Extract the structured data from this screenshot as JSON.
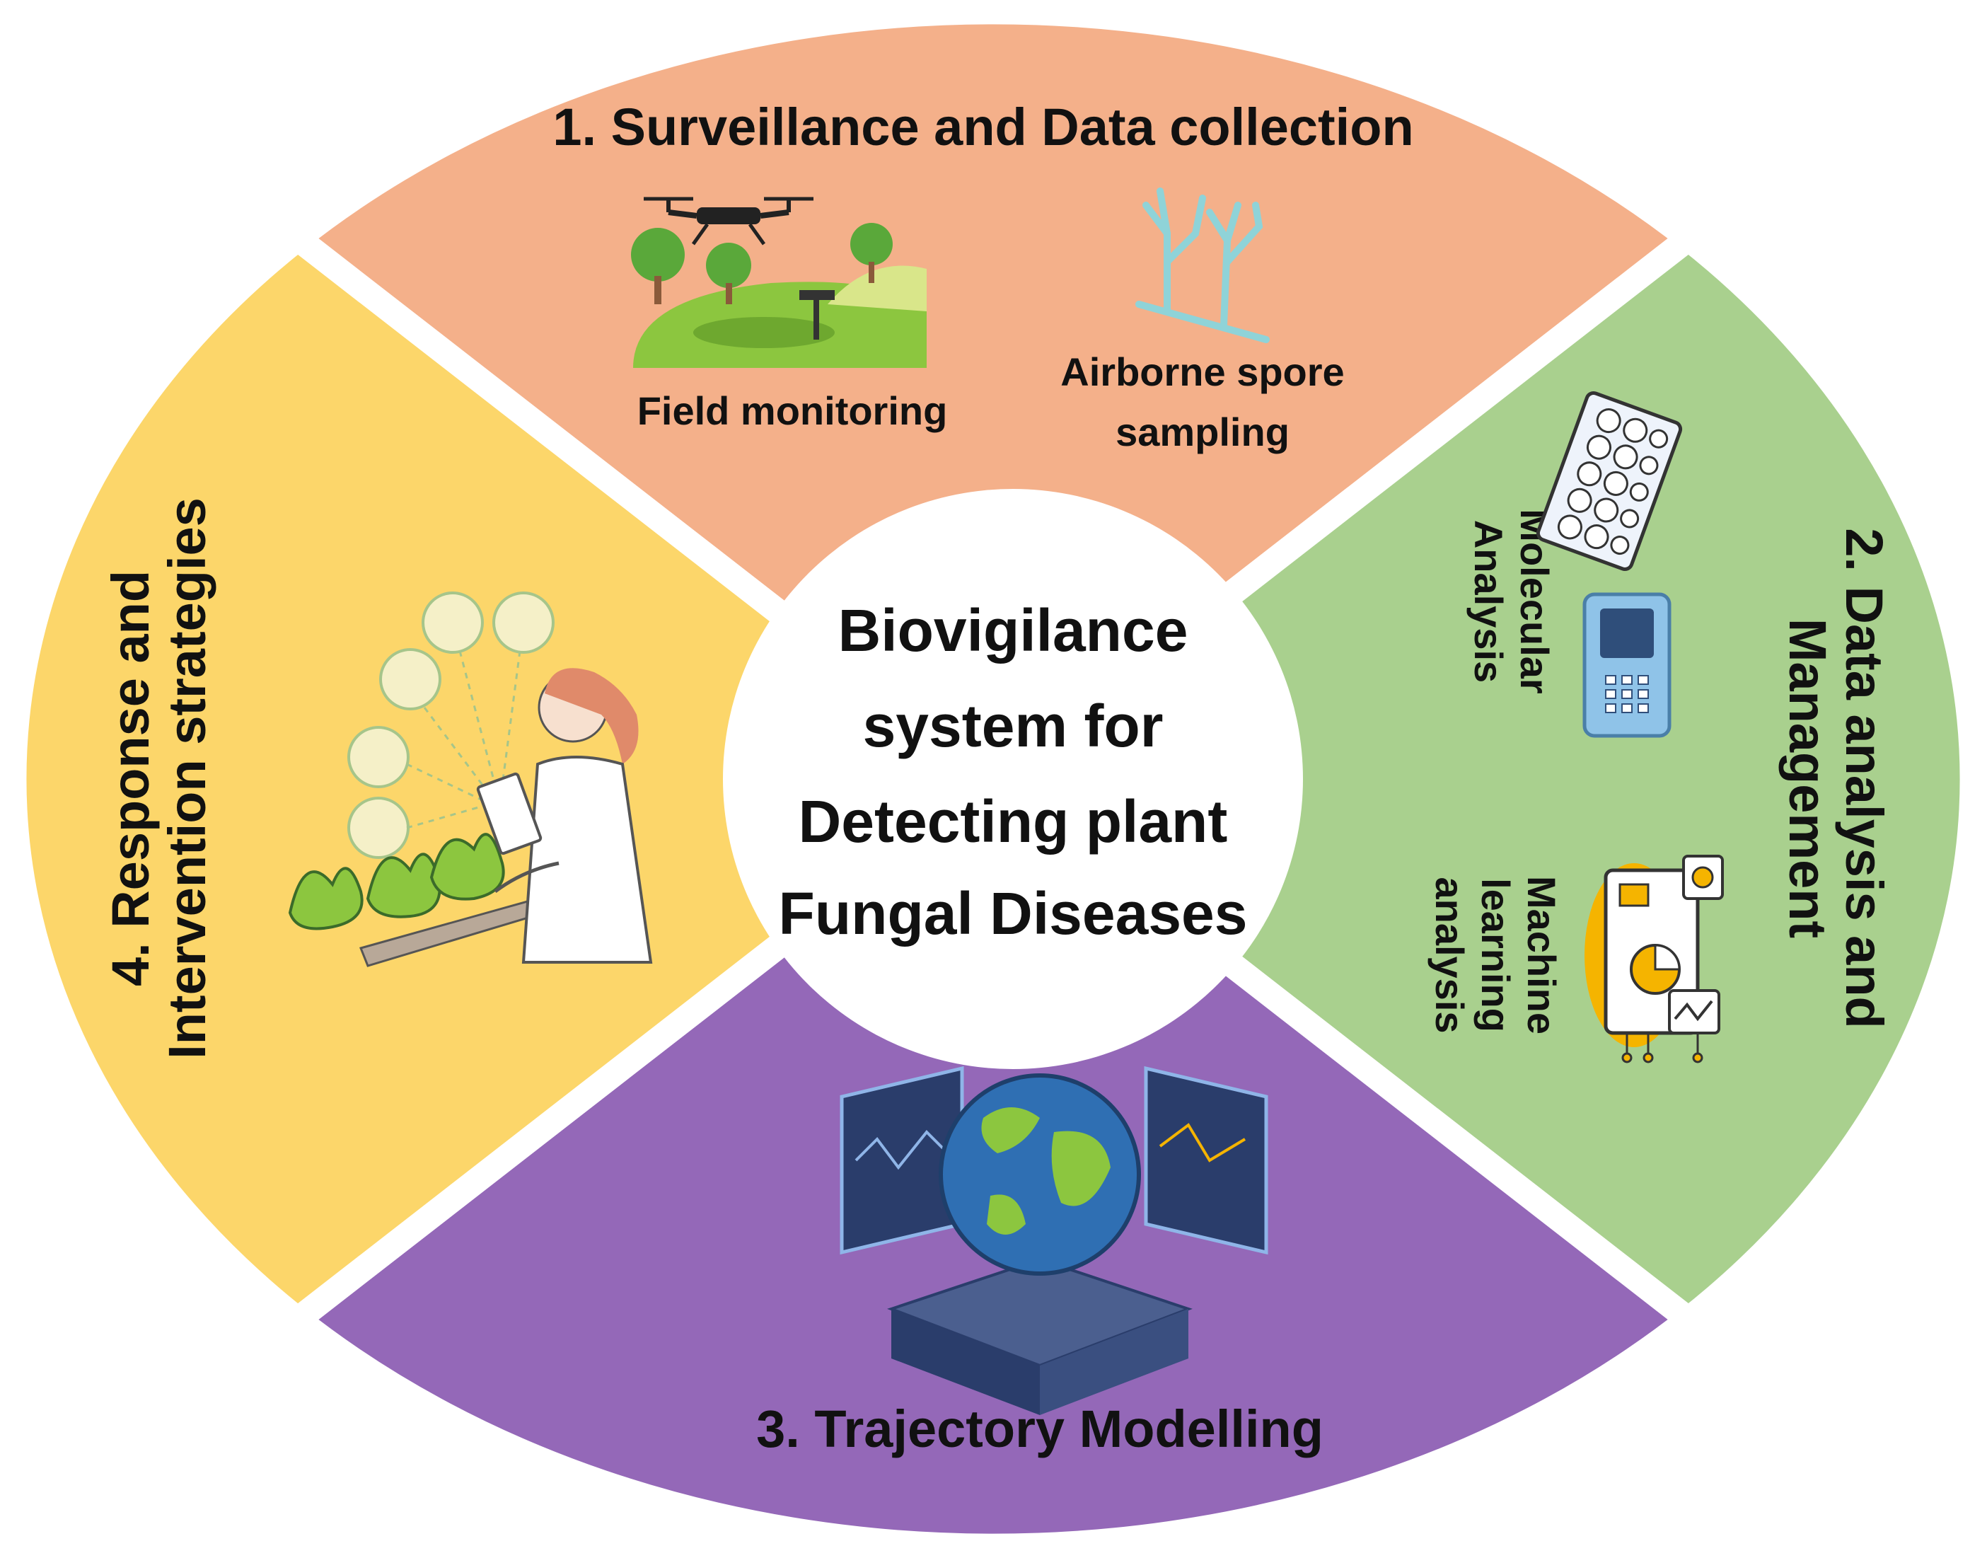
{
  "center": {
    "lines": [
      "Biovigilance",
      "system for",
      "Detecting plant",
      "Fungal Diseases"
    ]
  },
  "sections": {
    "surveillance": {
      "title": "1. Surveillance and Data collection",
      "color": "#f4b08a",
      "field_monitoring": "Field monitoring",
      "airborne_line1": "Airborne spore",
      "airborne_line2": "sampling"
    },
    "data_analysis": {
      "title_line1": "2. Data analysis and",
      "title_line2": "Management",
      "color": "#a9d08e",
      "molecular_line1": "Molecular",
      "molecular_line2": "Analysis",
      "ml_line1": "Machine",
      "ml_line2": "learning",
      "ml_line3": "analysis"
    },
    "trajectory": {
      "title": "3. Trajectory Modelling",
      "color": "#9468b8"
    },
    "response": {
      "title_line1": "4. Response and",
      "title_line2": "Intervention strategies",
      "color": "#fcd66a"
    }
  },
  "icons": {
    "field": "field-monitoring-drone-icon",
    "spore": "spore-trap-icon",
    "molecular": "pcr-plate-machine-icon",
    "ml": "machine-learning-dashboard-icon",
    "globe": "globe-data-center-icon",
    "scientist": "scientist-with-plants-icon"
  }
}
